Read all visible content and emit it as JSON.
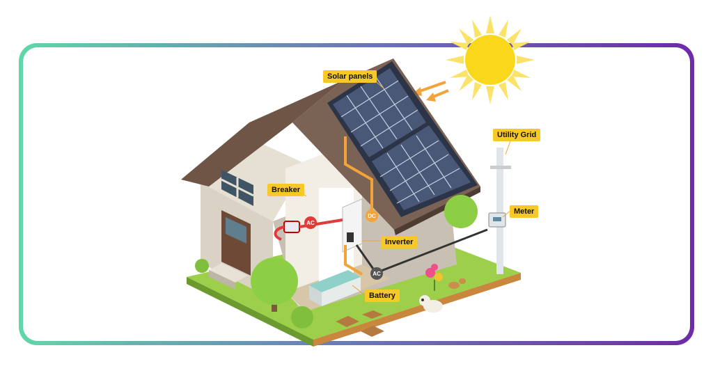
{
  "labels": {
    "solar_panels": "Solar panels",
    "utility_grid": "Utility Grid",
    "breaker": "Breaker",
    "meter": "Meter",
    "inverter": "Inverter",
    "battery": "Battery"
  },
  "badges": {
    "ac_breaker": "AC",
    "dc_inverter": "DC",
    "ac_grid": "AC"
  },
  "colors": {
    "frame_start": "#5fd8a8",
    "frame_end": "#6f2aa8",
    "label_bg": "#f7c928",
    "wire_dc": "#f2a33a",
    "wire_ac": "#e23a3a",
    "sun": "#f9d81b"
  }
}
